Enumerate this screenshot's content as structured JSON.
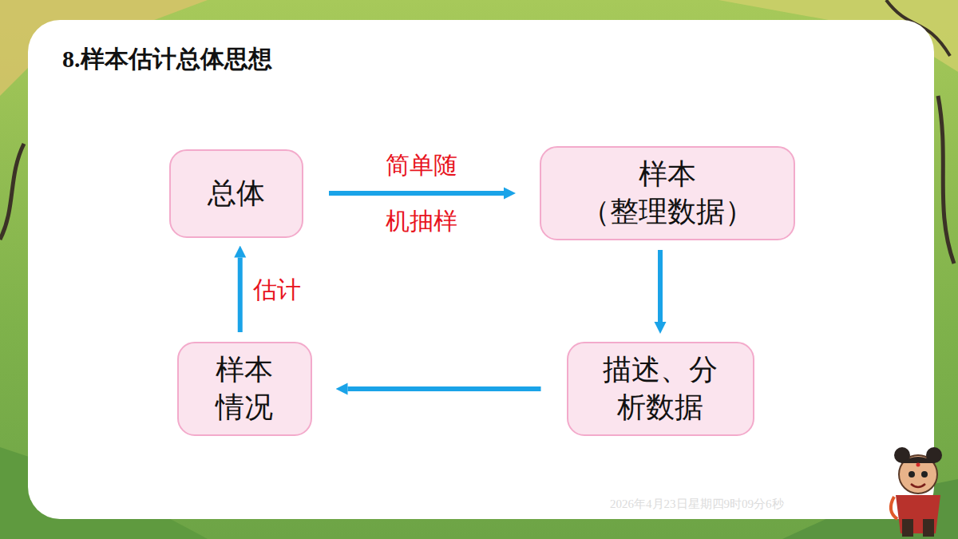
{
  "diagram": {
    "title": "8.样本估计总体思想",
    "nodes": [
      {
        "text": [
          "总体"
        ]
      },
      {
        "text": [
          "样本",
          "（整理数据）"
        ]
      },
      {
        "text": [
          "描述、分 析数据"
        ]
      },
      {
        "text": [
          "样本 情况"
        ]
      }
    ],
    "edges": [
      {
        "from": 0,
        "to": 1,
        "arrow": "to",
        "label": "简单随 机抽样"
      },
      {
        "from": 1,
        "to": 2,
        "arrow": "to"
      },
      {
        "from": 2,
        "to": 3,
        "arrow": "to"
      },
      {
        "from": 3,
        "to": 0,
        "arrow": "to",
        "label": "估计"
      }
    ],
    "labels": [
      "2026年4月23日星期四9时09分6秒"
    ]
  }
}
